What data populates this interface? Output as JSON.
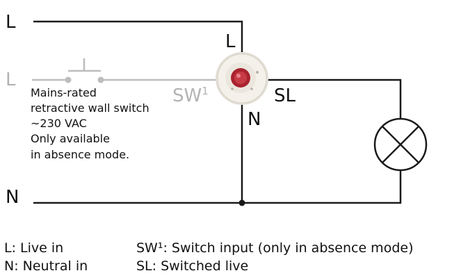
{
  "labels": {
    "top_l": "L",
    "sensor_l": "L",
    "sensor_n": "N",
    "sl": "SL",
    "bottom_n": "N",
    "switch_l": "L",
    "sw": "SW",
    "sw_sup": "1"
  },
  "switch_note": [
    "Mains-rated",
    "retractive wall switch",
    "~230 VAC",
    "Only available",
    "in absence mode."
  ],
  "legend": {
    "l": "L: Live in",
    "n": "N: Neutral in",
    "sw": "SW¹: Switch input (only in absence mode)",
    "sl": "SL: Switched live"
  },
  "colors": {
    "wire": "#1a1a1a",
    "switch_wire": "#bdbdbd",
    "sensor_body": "#f1eee6",
    "sensor_lens": "#c0392b"
  }
}
